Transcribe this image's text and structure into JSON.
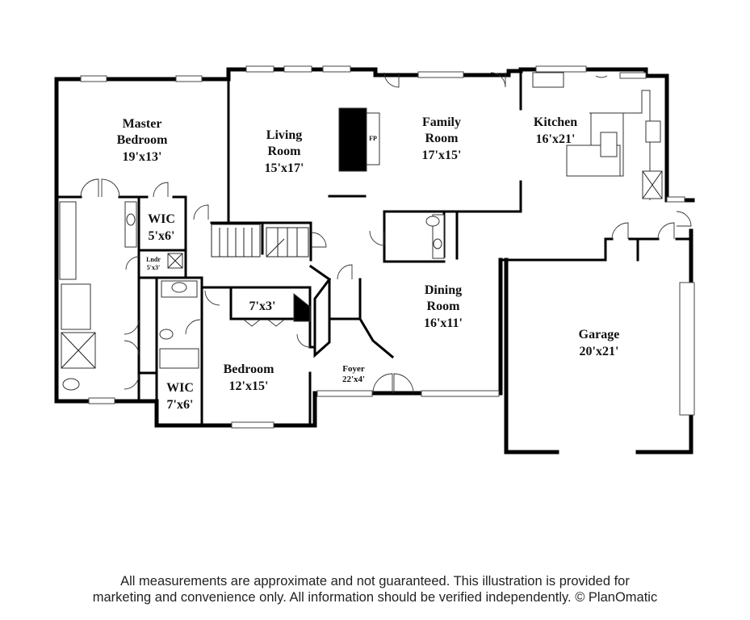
{
  "rooms": {
    "master_bedroom": {
      "name_line1": "Master",
      "name_line2": "Bedroom",
      "size": "19'x13'"
    },
    "living_room": {
      "name_line1": "Living",
      "name_line2": "Room",
      "size": "15'x17'"
    },
    "family_room": {
      "name_line1": "Family",
      "name_line2": "Room",
      "size": "17'x15'"
    },
    "kitchen": {
      "name": "Kitchen",
      "size": "16'x21'"
    },
    "wic_master": {
      "name": "WIC",
      "size": "5'x6'"
    },
    "laundry": {
      "name": "Lndr",
      "size": "5'x3'"
    },
    "closet": {
      "size": "7'x3'"
    },
    "bedroom": {
      "name": "Bedroom",
      "size": "12'x15'"
    },
    "wic_bedroom": {
      "name": "WIC",
      "size": "7'x6'"
    },
    "dining_room": {
      "name": "Dining",
      "name_line2": "Room",
      "size": "16'x11'"
    },
    "foyer": {
      "name": "Foyer",
      "size": "22'x4'"
    },
    "garage": {
      "name": "Garage",
      "size": "20'x21'"
    }
  },
  "fireplace_label": "FP",
  "disclaimer": {
    "line1": "All measurements are approximate and not guaranteed. This illustration is provided for",
    "line2": "marketing and convenience only. All information should be verified independently. © PlanOmatic"
  }
}
